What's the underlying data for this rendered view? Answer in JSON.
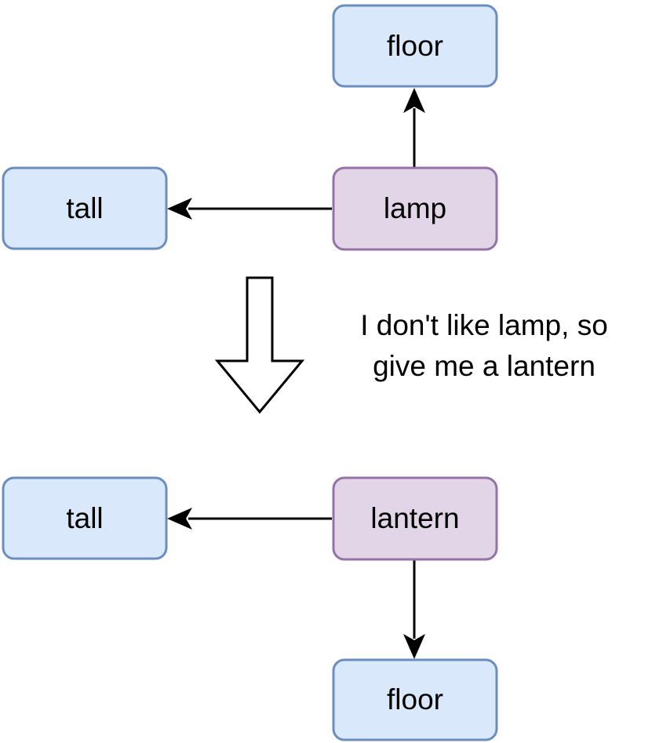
{
  "colors": {
    "blue_fill": "#dae8fc",
    "blue_stroke": "#6c8ebf",
    "purple_fill": "#e1d5e7",
    "purple_stroke": "#9673a6",
    "edge": "#000000"
  },
  "before": {
    "top_node": "floor",
    "left_node": "tall",
    "center_node": "lamp"
  },
  "transition": {
    "caption_line1": "I don't like lamp, so",
    "caption_line2": "give me a lantern"
  },
  "after": {
    "left_node": "tall",
    "center_node": "lantern",
    "bottom_node": "floor"
  }
}
